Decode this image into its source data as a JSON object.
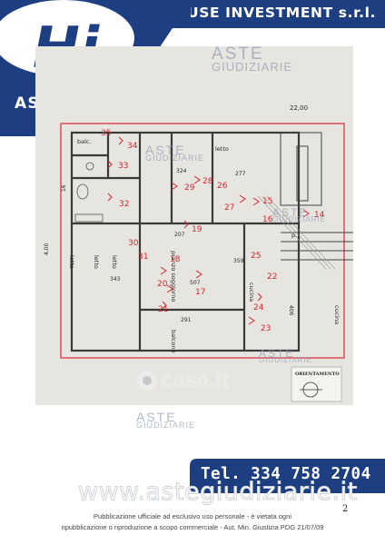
{
  "header": {
    "company": "HOUSE INVESTMENT s.r.l.",
    "logo_text": "Hi",
    "badge": "ASTA"
  },
  "colors": {
    "brand_navy": "#1d3f82",
    "plan_background": "#e7e5e0",
    "marker_red": "#d4262e",
    "border_red": "#e05560"
  },
  "plan": {
    "dimension_top": "22,00",
    "room_labels": [
      "balc.",
      "letto",
      "letto",
      "letto",
      "letto",
      "pranzo soggiorno",
      "cucina",
      "balcone",
      "p.",
      "cucina"
    ],
    "measurements": [
      "16",
      "324",
      "277",
      "343",
      "207",
      "507",
      "359",
      "291",
      "4,00",
      "406"
    ],
    "photo_markers": [
      "35",
      "34",
      "33",
      "32",
      "31",
      "30",
      "29",
      "28",
      "27",
      "26",
      "25",
      "24",
      "23",
      "22",
      "21",
      "20",
      "19",
      "18",
      "17",
      "16",
      "15",
      "14"
    ],
    "orientation_label": "ORIENTAMENTO"
  },
  "watermarks": {
    "aste_top": "ASTE",
    "giudiziarie_top": "GIUDIZIARIE",
    "aste_mid": "ASTE",
    "giudiziarie_mid": "GIUDIZIARIE",
    "aste_right": "ASTE",
    "giudiziarie_right": "GIUDIZIARIE",
    "aste_low": "ASTE",
    "giudiziarie_low": "GIUDIZIARIE",
    "aste_bottom": "ASTE",
    "giudiziarie_bottom": "GIUDIZIARIE",
    "casa": "casa.it",
    "big": "www.astegiudiziarie.it"
  },
  "contact": {
    "phone": "Tel. 334 758 2704"
  },
  "footer": {
    "page_number": "2",
    "line1": "Pubblicazione ufficiale ad esclusivo uso personale - è vietata ogni",
    "line2": "ripubblicazione o riproduzione a scopo commerciale - Aut. Min. Giustizia PDG 21/07/09"
  }
}
